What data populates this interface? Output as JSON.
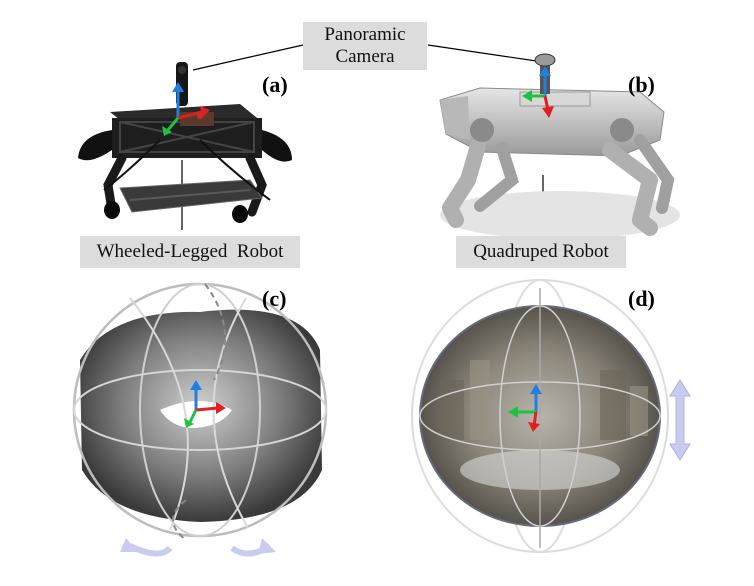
{
  "labels": {
    "panoramic_camera_line1": "Panoramic",
    "panoramic_camera_line2": "Camera",
    "wheeled_legged_robot": "Wheeled-Legged  Robot",
    "quadruped_robot": "Quadruped Robot"
  },
  "panels": {
    "a": "(a)",
    "b": "(b)",
    "c": "(c)",
    "d": "(d)"
  },
  "colors": {
    "label_bg": "#dcdcdc",
    "axis_x": "#e02020",
    "axis_y": "#20c040",
    "axis_z": "#2080e0",
    "motion_arrow": "#c8ccee"
  },
  "icons": {
    "wheeled_legged_robot": "wheeled-legged-robot-photo",
    "quadruped_robot": "quadruped-robot-photo",
    "sphere_c": "panoramic-sphere-rotation",
    "sphere_d": "panoramic-sphere-translation"
  }
}
